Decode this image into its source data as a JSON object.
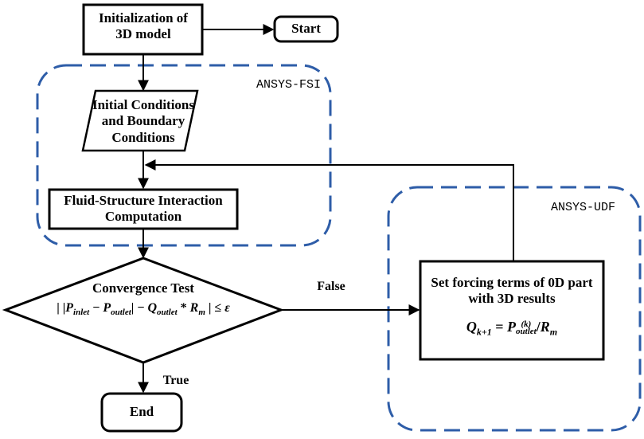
{
  "nodes": {
    "init": "Initialization of 3D model",
    "start": "Start",
    "initial_conditions": "Initial Conditions and Boundary Conditions",
    "fsi_computation": "Fluid-Structure Interaction Computation",
    "convergence_title": "Convergence Test",
    "convergence_formula": "| |P_inlet − P_outlet| − Q_outlet * R_m | ≤ ε",
    "forcing_terms": "Set forcing terms of 0D part with 3D results",
    "forcing_formula": "Q_k+1 = P_outlet^(k) / R_m",
    "end": "End"
  },
  "groups": {
    "fsi": "ANSYS-FSI",
    "udf": "ANSYS-UDF"
  },
  "edges": {
    "false_label": "False",
    "true_label": "True"
  },
  "colors": {
    "group_border": "#2E5DA8",
    "stroke": "#000000"
  }
}
